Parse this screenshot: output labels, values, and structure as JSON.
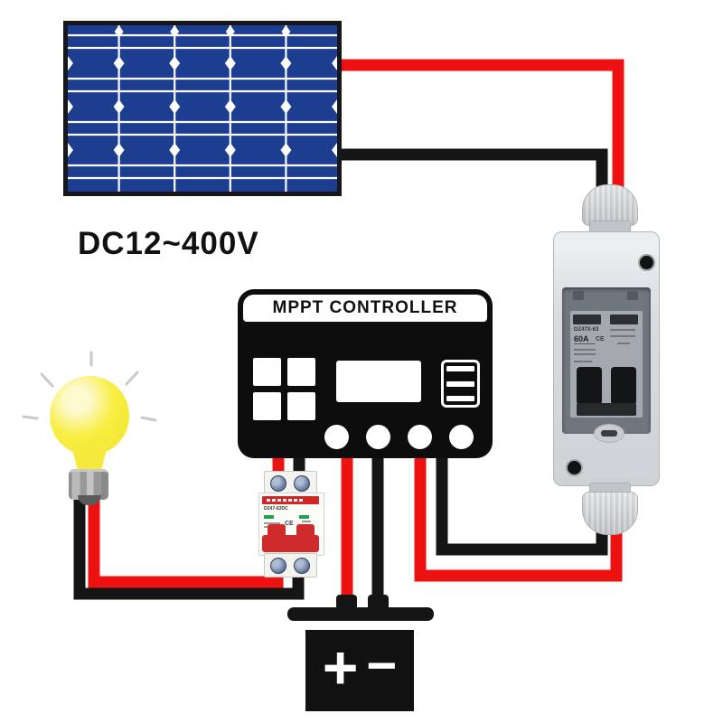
{
  "diagram": {
    "voltage_label": "DC12~400V",
    "solar_panel": {
      "columns": 5,
      "cell_rows": 4,
      "color": "#1d3e90"
    },
    "mppt_controller": {
      "title": "MPPT CONTROLLER",
      "button_count": 4
    },
    "pv_breaker": {
      "model": "DZ47X-63",
      "rating": "60A",
      "ce_mark": "CE",
      "enclosure_color": "#d8dbdd"
    },
    "dc_breaker": {
      "model": "DZ47-63DC",
      "ce_mark": "CE",
      "toggle_color": "#cf2b2b"
    },
    "battery": {
      "positive_label": "+",
      "negative_label": "−"
    },
    "wire_colors": {
      "positive": "#ee1111",
      "negative": "#151515"
    },
    "bulb_color": "#f6e93e"
  }
}
